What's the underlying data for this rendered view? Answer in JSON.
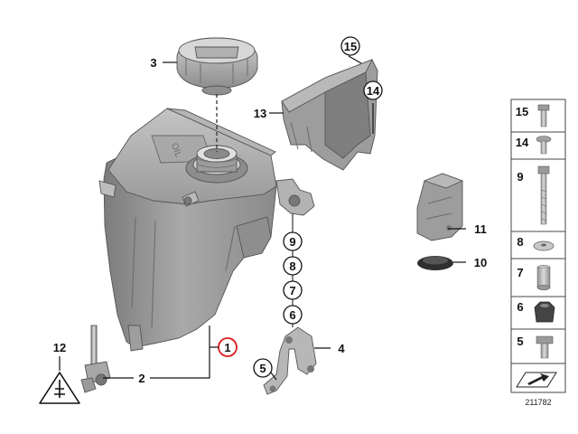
{
  "diagram": {
    "reference_number": "211782",
    "colors": {
      "part_gray": "#9a9a9a",
      "highlight_ring": "#d91c1c",
      "leader": "#111111"
    },
    "callouts": [
      {
        "id": "c1",
        "label": "1",
        "style": "circle-red"
      },
      {
        "id": "c2",
        "label": "2",
        "style": "plain"
      },
      {
        "id": "c3",
        "label": "3",
        "style": "plain"
      },
      {
        "id": "c4",
        "label": "4",
        "style": "plain"
      },
      {
        "id": "c5",
        "label": "5",
        "style": "circle"
      },
      {
        "id": "c6",
        "label": "6",
        "style": "circle"
      },
      {
        "id": "c7",
        "label": "7",
        "style": "circle"
      },
      {
        "id": "c8",
        "label": "8",
        "style": "circle"
      },
      {
        "id": "c9",
        "label": "9",
        "style": "circle"
      },
      {
        "id": "c10",
        "label": "10",
        "style": "plain"
      },
      {
        "id": "c11",
        "label": "11",
        "style": "plain"
      },
      {
        "id": "c12",
        "label": "12",
        "style": "plain"
      },
      {
        "id": "c13",
        "label": "13",
        "style": "plain"
      },
      {
        "id": "c14",
        "label": "14",
        "style": "circle"
      },
      {
        "id": "c15",
        "label": "15",
        "style": "circle"
      }
    ],
    "side_panel": [
      {
        "label": "15"
      },
      {
        "label": "14"
      },
      {
        "label": "9"
      },
      {
        "label": "8"
      },
      {
        "label": "7"
      },
      {
        "label": "6"
      },
      {
        "label": "5"
      }
    ]
  }
}
